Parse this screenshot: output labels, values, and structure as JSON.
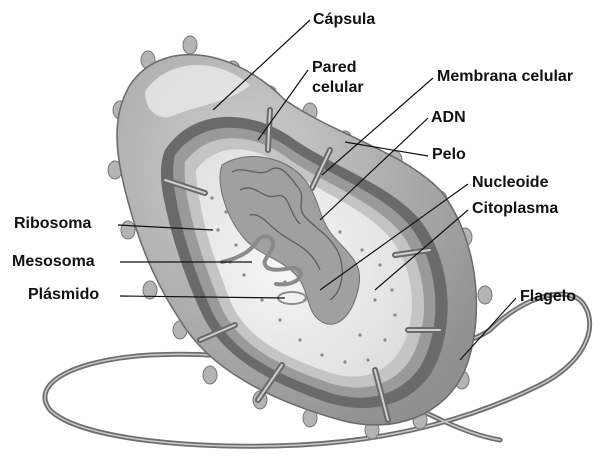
{
  "diagram": {
    "labels": {
      "capsula": "Cápsula",
      "pared_line1": "Pared",
      "pared_line2": "celular",
      "membrana": "Membrana celular",
      "adn": "ADN",
      "pelo": "Pelo",
      "nucleoide": "Nucleoide",
      "citoplasma": "Citoplasma",
      "ribosoma": "Ribosoma",
      "mesosoma": "Mesosoma",
      "plasmido": "Plásmido",
      "flagelo": "Flagelo"
    },
    "colors": {
      "capsule": "#a9a9a9",
      "capsule_highlight": "#e6e6e6",
      "wall_dark": "#5f5f5f",
      "wall_mid": "#8a8a8a",
      "membrane": "#b8b8b8",
      "cytoplasm": "#eeeeee",
      "nucleoid": "#9a9a9a",
      "leader_line": "#111111"
    }
  }
}
